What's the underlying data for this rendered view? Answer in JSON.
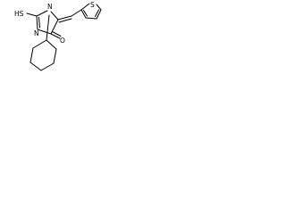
{
  "molecule": {
    "atom_labels": {
      "thiol": "HS",
      "imidazole_n_top": "N",
      "imidazole_n_bottom": "N",
      "carbonyl_oxygen": "O",
      "thiophene_sulfur": "S"
    }
  }
}
